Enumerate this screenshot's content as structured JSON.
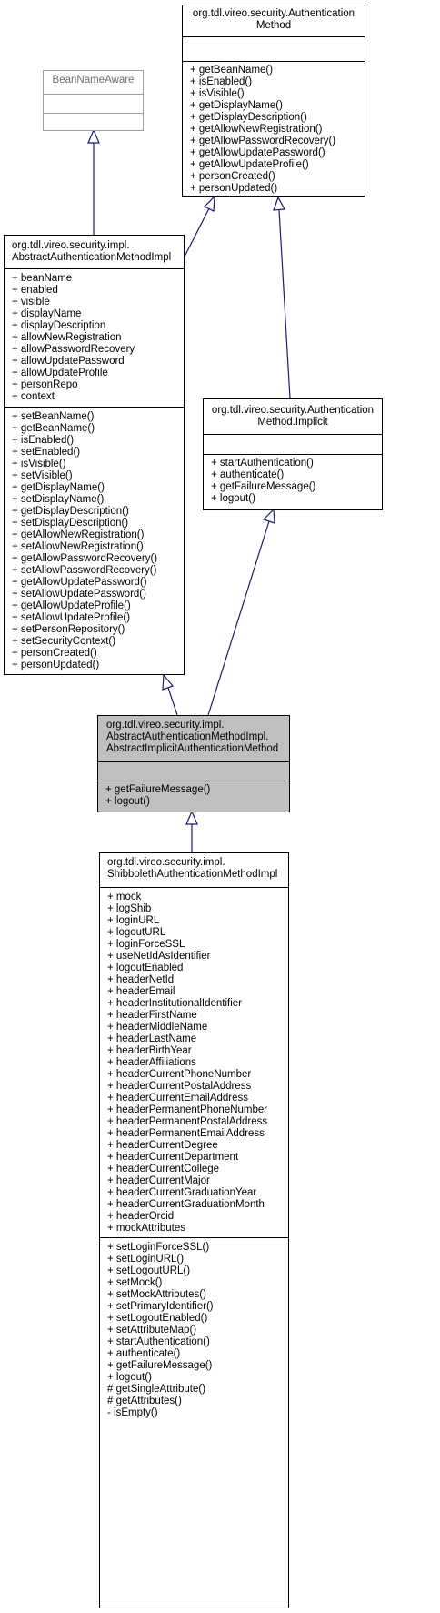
{
  "classes": {
    "bean_name_aware": {
      "title": [
        "BeanNameAware"
      ],
      "attributes": [],
      "methods": []
    },
    "authentication_method": {
      "title": [
        "org.tdl.vireo.security.Authentication",
        "Method"
      ],
      "attributes": [],
      "methods": [
        "+ getBeanName()",
        "+ isEnabled()",
        "+ isVisible()",
        "+ getDisplayName()",
        "+ getDisplayDescription()",
        "+ getAllowNewRegistration()",
        "+ getAllowPasswordRecovery()",
        "+ getAllowUpdatePassword()",
        "+ getAllowUpdateProfile()",
        "+ personCreated()",
        "+ personUpdated()"
      ]
    },
    "abstract_impl": {
      "title": [
        "org.tdl.vireo.security.impl.",
        "AbstractAuthenticationMethodImpl"
      ],
      "attributes": [
        "+ beanName",
        "+ enabled",
        "+ visible",
        "+ displayName",
        "+ displayDescription",
        "+ allowNewRegistration",
        "+ allowPasswordRecovery",
        "+ allowUpdatePassword",
        "+ allowUpdateProfile",
        "+ personRepo",
        "+ context"
      ],
      "methods": [
        "+ setBeanName()",
        "+ getBeanName()",
        "+ isEnabled()",
        "+ setEnabled()",
        "+ isVisible()",
        "+ setVisible()",
        "+ getDisplayName()",
        "+ setDisplayName()",
        "+ getDisplayDescription()",
        "+ setDisplayDescription()",
        "+ getAllowNewRegistration()",
        "+ setAllowNewRegistration()",
        "+ getAllowPasswordRecovery()",
        "+ setAllowPasswordRecovery()",
        "+ getAllowUpdatePassword()",
        "+ setAllowUpdatePassword()",
        "+ getAllowUpdateProfile()",
        "+ setAllowUpdateProfile()",
        "+ setPersonRepository()",
        "+ setSecurityContext()",
        "+ personCreated()",
        "+ personUpdated()"
      ]
    },
    "implicit": {
      "title": [
        "org.tdl.vireo.security.Authentication",
        "Method.Implicit"
      ],
      "attributes": [],
      "methods": [
        "+ startAuthentication()",
        "+ authenticate()",
        "+ getFailureMessage()",
        "+ logout()"
      ]
    },
    "abstract_implicit": {
      "title": [
        "org.tdl.vireo.security.impl.",
        "AbstractAuthenticationMethodImpl.",
        "AbstractImplicitAuthenticationMethod"
      ],
      "attributes": [],
      "methods": [
        "+ getFailureMessage()",
        "+ logout()"
      ]
    },
    "shibboleth": {
      "title": [
        "org.tdl.vireo.security.impl.",
        "ShibbolethAuthenticationMethodImpl"
      ],
      "attributes": [
        "+ mock",
        "+ logShib",
        "+ loginURL",
        "+ logoutURL",
        "+ loginForceSSL",
        "+ useNetIdAsIdentifier",
        "+ logoutEnabled",
        "+ headerNetId",
        "+ headerEmail",
        "+ headerInstitutionalIdentifier",
        "+ headerFirstName",
        "+ headerMiddleName",
        "+ headerLastName",
        "+ headerBirthYear",
        "+ headerAffiliations",
        "+ headerCurrentPhoneNumber",
        "+ headerCurrentPostalAddress",
        "+ headerCurrentEmailAddress",
        "+ headerPermanentPhoneNumber",
        "+ headerPermanentPostalAddress",
        "+ headerPermanentEmailAddress",
        "+ headerCurrentDegree",
        "+ headerCurrentDepartment",
        "+ headerCurrentCollege",
        "+ headerCurrentMajor",
        "+ headerCurrentGraduationYear",
        "+ headerCurrentGraduationMonth",
        "+ headerOrcid",
        "+ mockAttributes"
      ],
      "methods": [
        "+ setLoginForceSSL()",
        "+ setLoginURL()",
        "+ setLogoutURL()",
        "+ setMock()",
        "+ setMockAttributes()",
        "+ setPrimaryIdentifier()",
        "+ setLogoutEnabled()",
        "+ setAttributeMap()",
        "+ startAuthentication()",
        "+ authenticate()",
        "+ getFailureMessage()",
        "+ logout()",
        "# getSingleAttribute()",
        "# getAttributes()",
        "- isEmpty()"
      ]
    }
  },
  "colors": {
    "edge": "#191970",
    "focus_fill": "#bfbfbf",
    "external_border": "#a0a0a0"
  }
}
